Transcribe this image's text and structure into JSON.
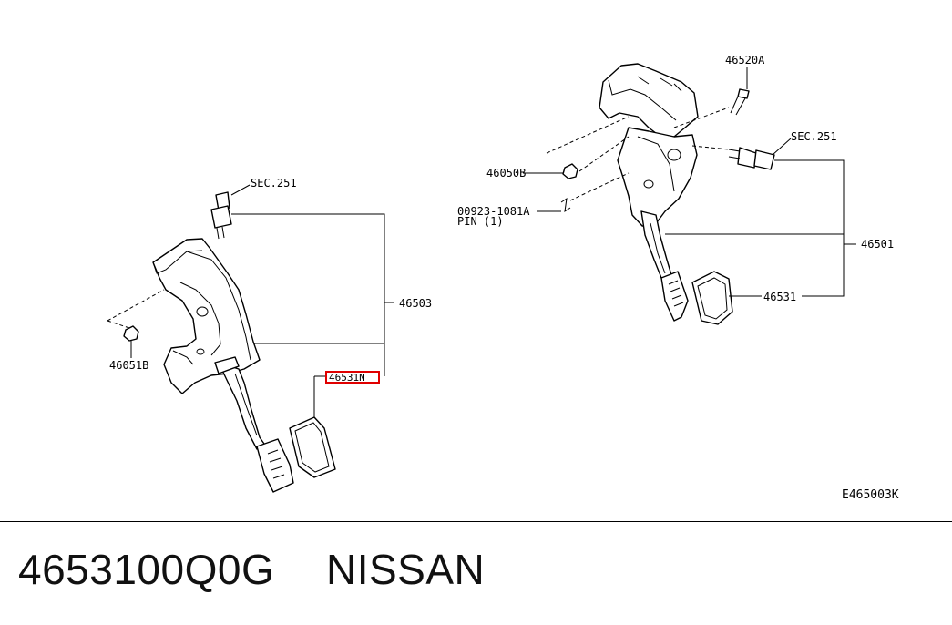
{
  "diagram": {
    "labels": {
      "sec251_left": "SEC.251",
      "part_46503": "46503",
      "part_46051B": "46051B",
      "part_46531N": "46531N",
      "part_46520A": "46520A",
      "sec251_right": "SEC.251",
      "part_46050B": "46050B",
      "part_00923": "00923-1081A",
      "pin_note": "PIN (1)",
      "part_46501": "46501",
      "part_46531": "46531",
      "figure_code": "E465003K"
    },
    "highlight_color": "#e00000"
  },
  "footer": {
    "part_number": "4653100Q0G",
    "brand": "NISSAN"
  }
}
